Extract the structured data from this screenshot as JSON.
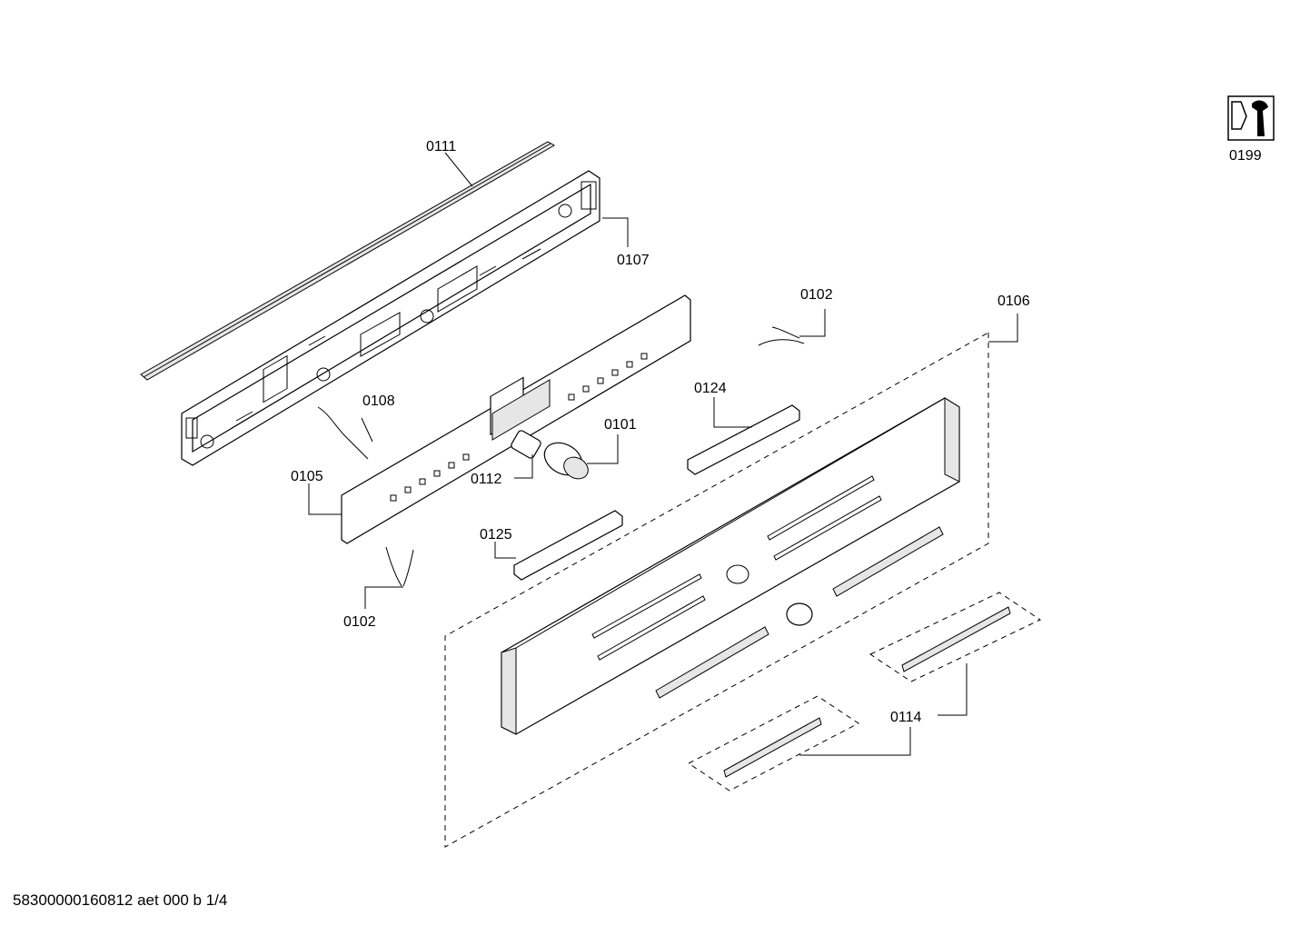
{
  "labels": {
    "p0111": "0111",
    "p0107": "0107",
    "p0102a": "0102",
    "p0106": "0106",
    "p0108": "0108",
    "p0124": "0124",
    "p0101": "0101",
    "p0105": "0105",
    "p0112": "0112",
    "p0125": "0125",
    "p0102b": "0102",
    "p0114": "0114",
    "p0199": "0199"
  },
  "footer": "58300000160812 aet 000 b 1/4",
  "icons": {
    "service": "wrench-service-icon"
  }
}
